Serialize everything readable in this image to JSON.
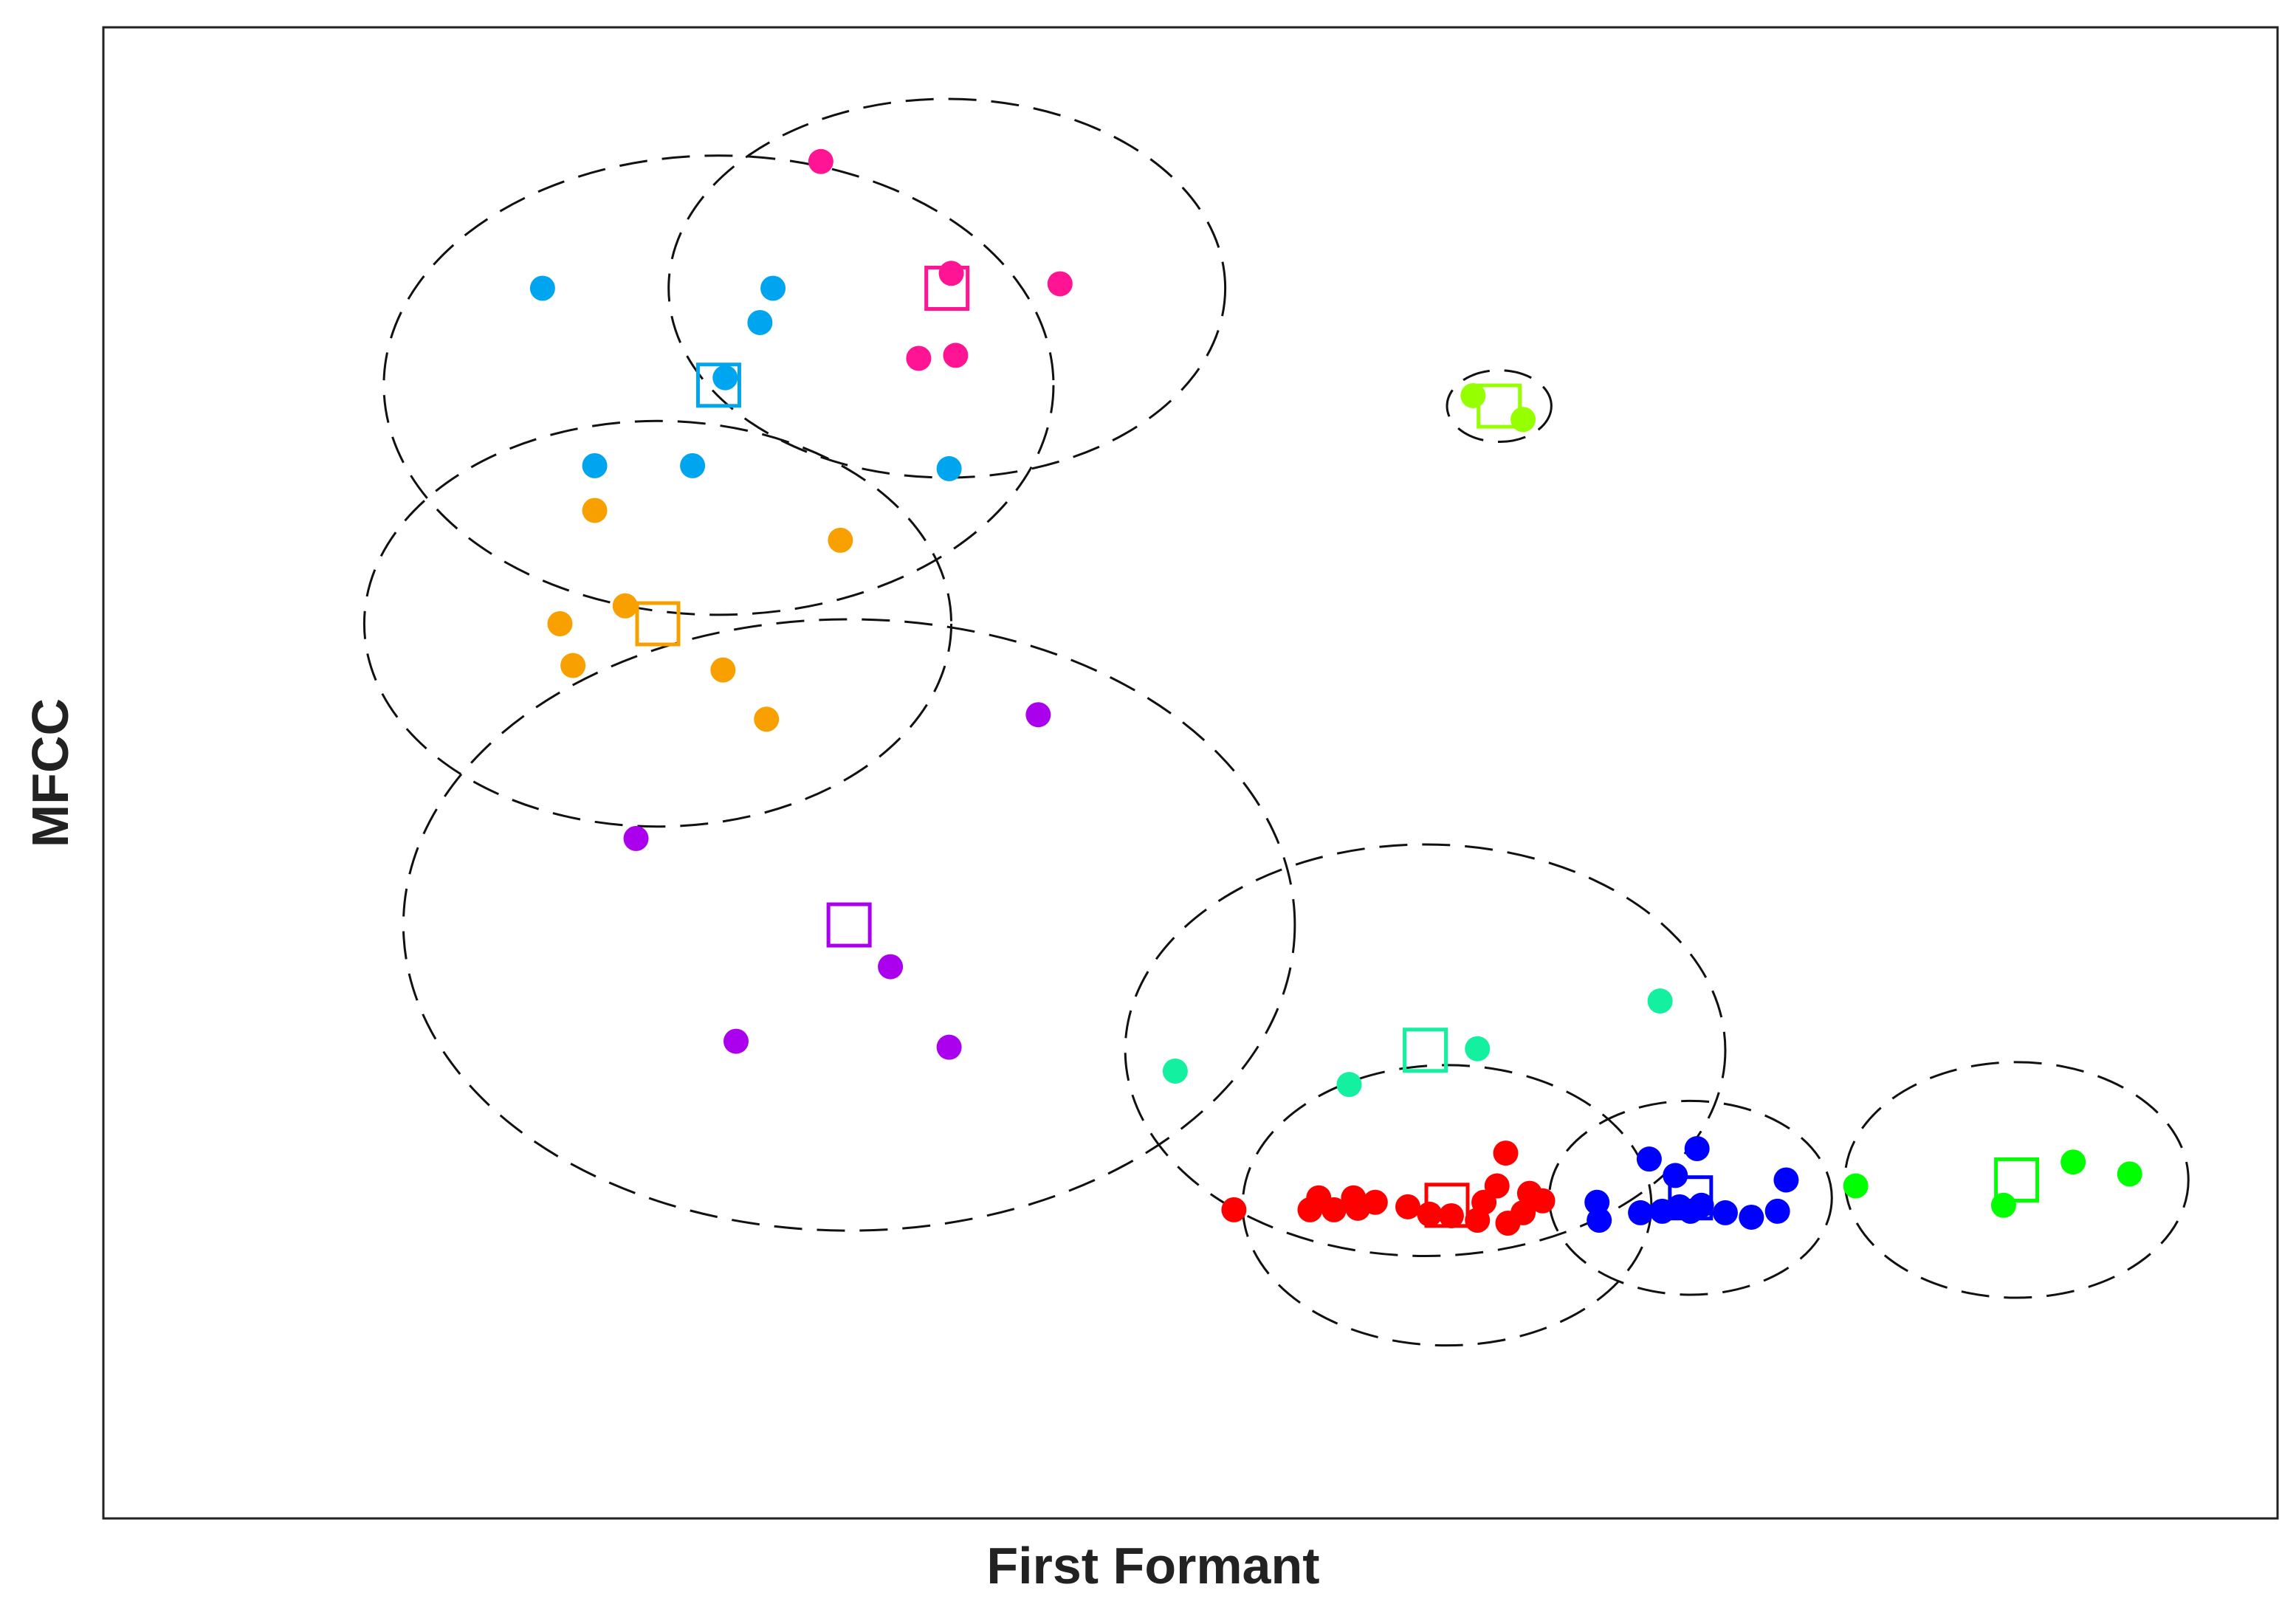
{
  "chart_data": {
    "type": "scatter",
    "xlabel": "First Formant",
    "ylabel": "MFCC",
    "xlim": [
      0,
      100
    ],
    "ylim": [
      0,
      100
    ],
    "grid": false,
    "ticks": false,
    "legend": "none",
    "point_marker": "filled-circle",
    "centroid_marker": "open-square",
    "ellipse_style": "dashed",
    "series": [
      {
        "color": "#ff1493",
        "points": [
          [
            33.0,
            91.0
          ],
          [
            39.0,
            83.5
          ],
          [
            44.0,
            82.8
          ],
          [
            37.5,
            77.8
          ],
          [
            39.2,
            78.0
          ]
        ],
        "centroid": [
          38.8,
          82.5
        ],
        "ellipse": {
          "center": [
            38.8,
            82.5
          ],
          "radii": [
            12.8,
            12.7
          ]
        }
      },
      {
        "color": "#00a5f0",
        "points": [
          [
            20.2,
            82.5
          ],
          [
            30.8,
            82.5
          ],
          [
            30.2,
            80.2
          ],
          [
            28.6,
            76.5
          ],
          [
            22.6,
            70.6
          ],
          [
            27.1,
            70.6
          ],
          [
            38.9,
            70.4
          ]
        ],
        "centroid": [
          28.3,
          76.0
        ],
        "ellipse": {
          "center": [
            28.3,
            76.0
          ],
          "radii": [
            15.4,
            15.4
          ]
        }
      },
      {
        "color": "#f7a000",
        "points": [
          [
            22.6,
            67.6
          ],
          [
            33.9,
            65.6
          ],
          [
            24.0,
            61.2
          ],
          [
            21.0,
            60.0
          ],
          [
            21.6,
            57.2
          ],
          [
            28.5,
            56.9
          ],
          [
            30.5,
            53.6
          ]
        ],
        "centroid": [
          25.5,
          60.0
        ],
        "ellipse": {
          "center": [
            25.5,
            60.0
          ],
          "radii": [
            13.5,
            13.6
          ]
        }
      },
      {
        "color": "#aa00ee",
        "points": [
          [
            43.0,
            53.9
          ],
          [
            24.5,
            45.6
          ],
          [
            36.2,
            37.0
          ],
          [
            29.1,
            32.0
          ],
          [
            38.9,
            31.6
          ]
        ],
        "centroid": [
          34.3,
          39.8
        ],
        "ellipse": {
          "center": [
            34.3,
            39.8
          ],
          "radii": [
            20.5,
            20.5
          ]
        }
      },
      {
        "color": "#96ff00",
        "points": [
          [
            63.0,
            75.3
          ],
          [
            65.3,
            73.7
          ]
        ],
        "centroid": [
          64.2,
          74.6
        ],
        "ellipse": {
          "center": [
            64.2,
            74.6
          ],
          "radii": [
            2.4,
            2.4
          ]
        }
      },
      {
        "color": "#12f0a0",
        "points": [
          [
            71.6,
            34.7
          ],
          [
            49.3,
            30.0
          ],
          [
            57.3,
            29.1
          ],
          [
            63.2,
            31.5
          ]
        ],
        "centroid": [
          60.8,
          31.4
        ],
        "ellipse": {
          "center": [
            60.8,
            31.4
          ],
          "radii": [
            13.8,
            13.8
          ]
        }
      },
      {
        "color": "#ff0000",
        "points": [
          [
            52.0,
            20.7
          ],
          [
            55.5,
            20.7
          ],
          [
            55.9,
            21.5
          ],
          [
            57.5,
            21.5
          ],
          [
            58.5,
            21.2
          ],
          [
            57.7,
            20.8
          ],
          [
            60.0,
            20.9
          ],
          [
            61.0,
            20.4
          ],
          [
            62.0,
            20.3
          ],
          [
            63.5,
            21.2
          ],
          [
            64.1,
            22.3
          ],
          [
            64.5,
            24.5
          ],
          [
            65.6,
            21.8
          ],
          [
            65.3,
            20.5
          ],
          [
            66.2,
            21.3
          ],
          [
            64.6,
            19.8
          ],
          [
            63.2,
            20.0
          ],
          [
            56.6,
            20.7
          ]
        ],
        "centroid": [
          61.8,
          21.0
        ],
        "ellipse": {
          "center": [
            61.8,
            21.0
          ],
          "radii": [
            9.4,
            9.4
          ]
        }
      },
      {
        "color": "#0000ff",
        "points": [
          [
            68.7,
            21.2
          ],
          [
            68.8,
            20.0
          ],
          [
            71.1,
            24.1
          ],
          [
            72.3,
            23.0
          ],
          [
            73.3,
            24.8
          ],
          [
            70.7,
            20.5
          ],
          [
            71.7,
            20.6
          ],
          [
            72.5,
            20.9
          ],
          [
            73.5,
            21.0
          ],
          [
            74.6,
            20.5
          ],
          [
            75.8,
            20.2
          ],
          [
            77.0,
            20.6
          ],
          [
            77.4,
            22.7
          ],
          [
            73.0,
            20.6
          ]
        ],
        "centroid": [
          73.0,
          21.5
        ],
        "ellipse": {
          "center": [
            73.0,
            21.5
          ],
          "radii": [
            6.5,
            6.5
          ]
        }
      },
      {
        "color": "#00ff00",
        "points": [
          [
            80.6,
            22.3
          ],
          [
            87.4,
            21.0
          ],
          [
            90.6,
            23.9
          ],
          [
            93.2,
            23.1
          ]
        ],
        "centroid": [
          88.0,
          22.7
        ],
        "ellipse": {
          "center": [
            88.0,
            22.7
          ],
          "radii": [
            7.9,
            7.9
          ]
        }
      }
    ]
  }
}
